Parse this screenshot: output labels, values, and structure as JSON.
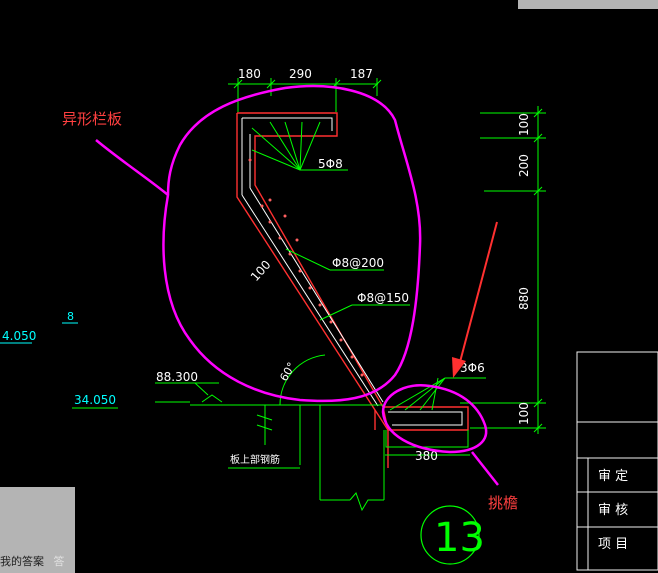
{
  "annotations": {
    "railing_label": "异形栏板",
    "eaves_label": "挑檐"
  },
  "dimensions": {
    "top": [
      "180",
      "290",
      "187"
    ],
    "right": [
      "100",
      "200",
      "880",
      "100"
    ],
    "bottom_width": "380",
    "slab_thickness": "100"
  },
  "rebar_labels": {
    "top_bars": "5Φ8",
    "stirrup_1": "Φ8@200",
    "stirrup_2": "Φ8@150",
    "eaves_bars": "3Φ6",
    "angle": "60°",
    "slab_note": "板上部钢筋"
  },
  "elevations": {
    "left_partial": "4.050",
    "left_mark": "8",
    "level_1": "88.300",
    "level_2": "34.050"
  },
  "detail_number": "13",
  "title_block": {
    "approve": "审  定",
    "review": "审  核",
    "project": "项  目"
  },
  "bottom_bar_text": {
    "item1": "我的答案",
    "item2": "答"
  },
  "colors": {
    "background": "#000000",
    "concrete_outline": "#ff3030",
    "rebar": "#ffffff",
    "dimension": "#00ff00",
    "text": "#00ffff",
    "markup": "#ff00ff",
    "arrow": "#ff3030",
    "label_red": "#ff4040"
  }
}
